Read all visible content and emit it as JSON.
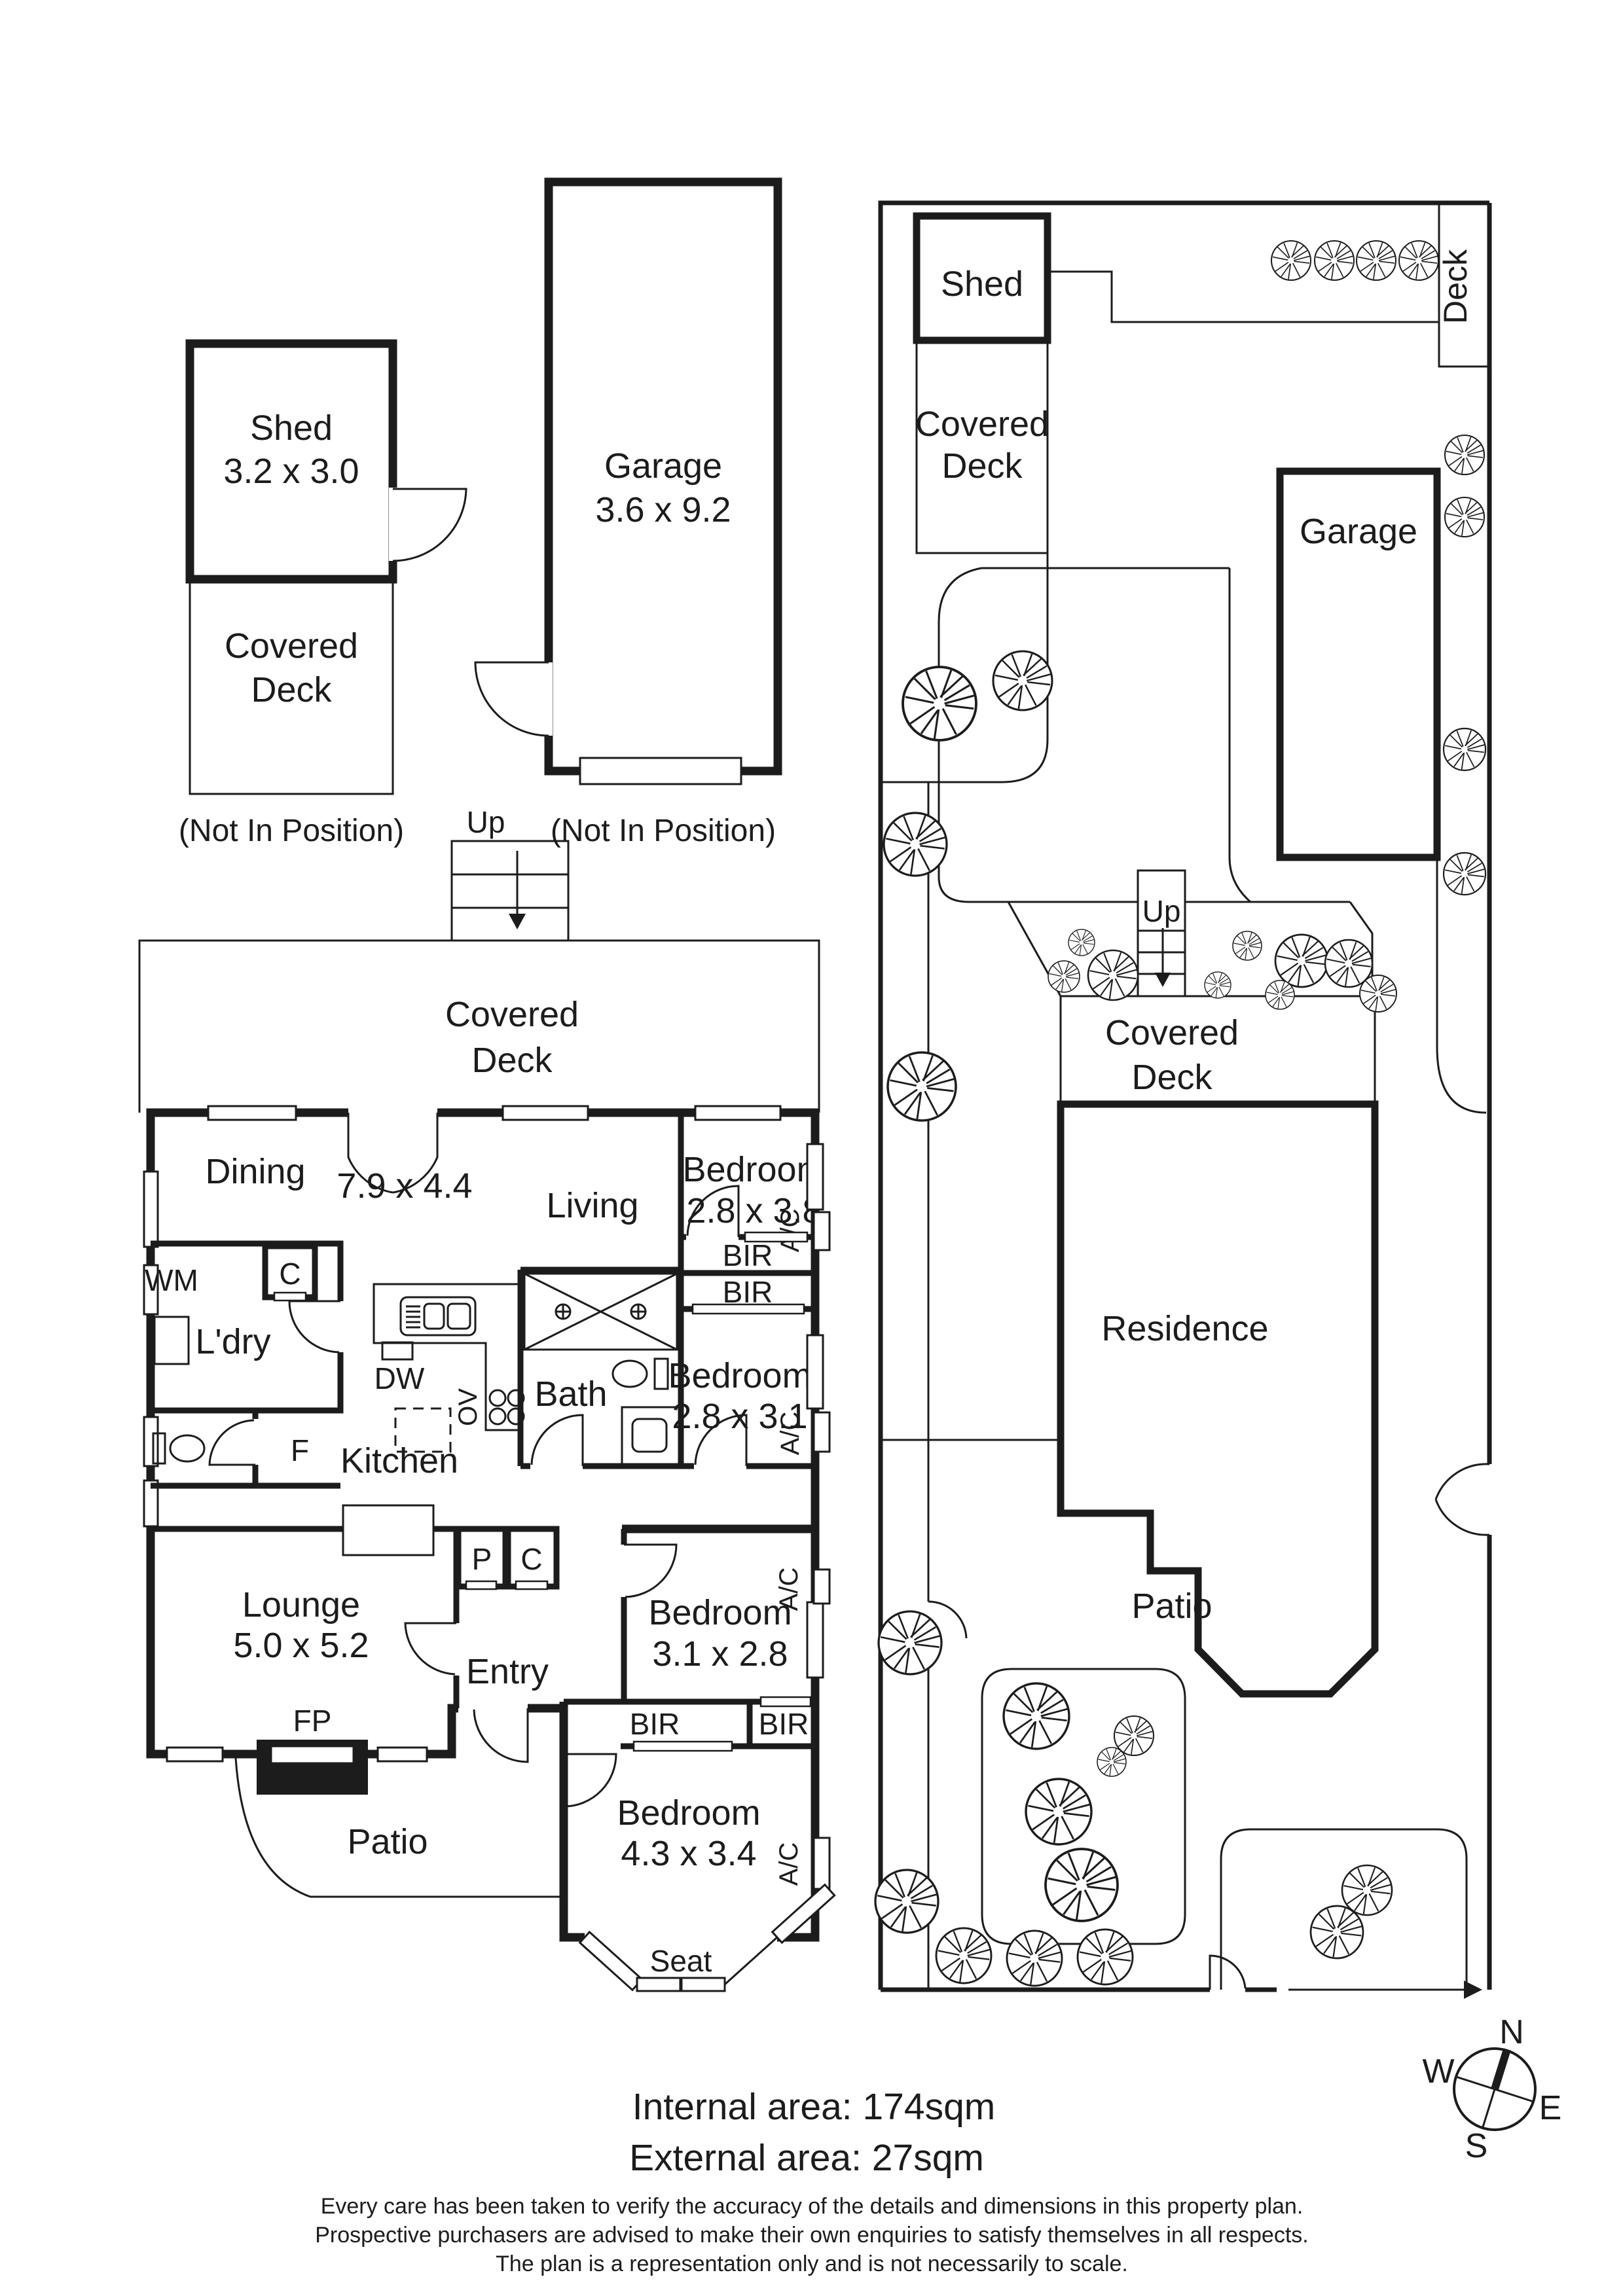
{
  "labels": {
    "covered": "Covered",
    "deck": "Deck",
    "up": "Up",
    "bir": "BIR",
    "ac": "A/C",
    "c": "C",
    "p": "P",
    "f": "F",
    "wm": "WM",
    "dw": "DW",
    "ov": "OV",
    "fp": "FP",
    "seat": "Seat",
    "not_in_position": "(Not In Position)"
  },
  "outbuildings": {
    "shed_name": "Shed",
    "shed_dims": "3.2 x 3.0",
    "garage_name": "Garage",
    "garage_dims": "3.6 x 9.2"
  },
  "floorplan": {
    "dining": "Dining",
    "living": "Living",
    "living_dims": "7.9 x 4.4",
    "bedroom1_name": "Bedroom",
    "bedroom1_dims": "2.8 x 3.8",
    "bath": "Bath",
    "ldry": "L'dry",
    "kitchen": "Kitchen",
    "bedroom2_name": "Bedroom",
    "bedroom2_dims": "2.8 x 3.1",
    "lounge_name": "Lounge",
    "lounge_dims": "5.0 x 5.2",
    "entry": "Entry",
    "patio": "Patio",
    "bedroom3_name": "Bedroom",
    "bedroom3_dims": "3.1 x 2.8",
    "bedroom4_name": "Bedroom",
    "bedroom4_dims": "4.3 x 3.4"
  },
  "siteplan": {
    "shed": "Shed",
    "garage": "Garage",
    "residence": "Residence",
    "patio": "Patio",
    "deck": "Deck"
  },
  "areas": {
    "internal": "Internal area: 174sqm",
    "external": "External area: 27sqm"
  },
  "compass": {
    "n": "N",
    "e": "E",
    "s": "S",
    "w": "W"
  },
  "disclaimer": {
    "line1": "Every care has been taken to verify the accuracy of the details and dimensions in this property plan.",
    "line2": "Prospective purchasers are advised to make their own enquiries to satisfy themselves in all respects.",
    "line3": "The plan is a representation only and is not necessarily to scale."
  },
  "icons": {
    "tree": "tree-icon",
    "compass": "compass-rose-icon",
    "stairs": "stairs-icon",
    "fireplace": "fireplace-icon",
    "shower": "shower-icon",
    "toilet": "toilet-icon",
    "sink": "kitchen-sink-icon",
    "cooktop": "cooktop-icon",
    "washer": "washing-machine-icon",
    "door": "door-swing-icon",
    "window": "window-icon",
    "arrow": "direction-arrow-icon"
  }
}
